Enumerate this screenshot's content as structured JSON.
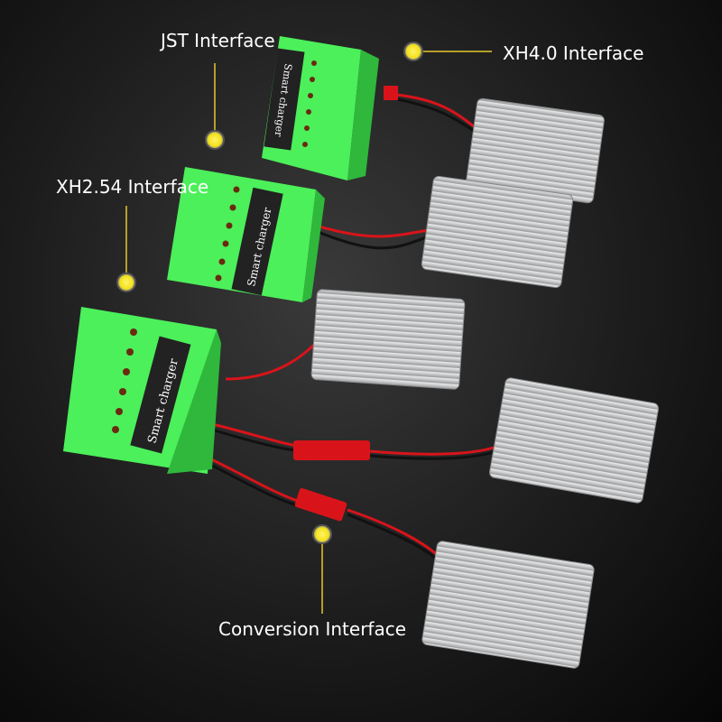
{
  "labels": {
    "jst": "JST Interface",
    "xh40": "XH4.0 Interface",
    "xh254": "XH2.54 Interface",
    "conversion": "Conversion Interface"
  },
  "charger_text": "Smart charger",
  "colors": {
    "charger": "#4cf05a",
    "dot": "#f5e21a",
    "wire_red": "#d8141a",
    "battery": "#d8dadc"
  }
}
